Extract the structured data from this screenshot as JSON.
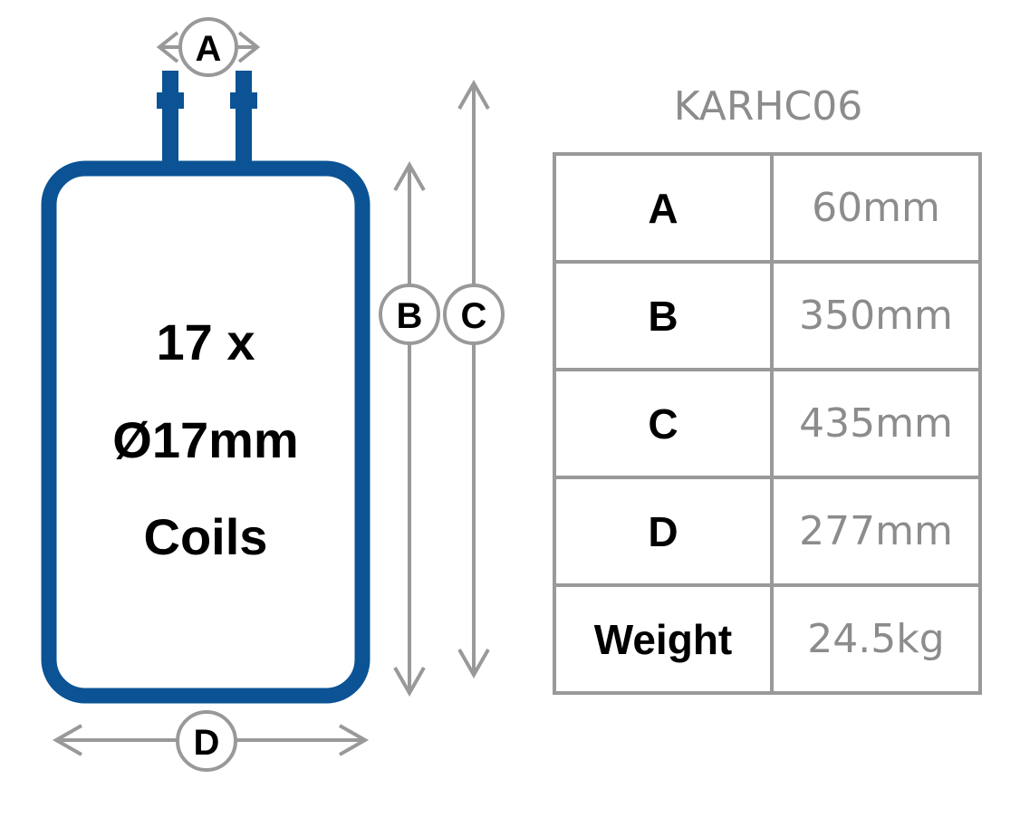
{
  "diagram": {
    "tank_text": {
      "line1": "17 x",
      "line2": "Ø17mm",
      "line3": "Coils"
    },
    "dimension_markers": {
      "a": "A",
      "b": "B",
      "c": "C",
      "d": "D"
    },
    "colors": {
      "tank_outline": "#0b5394",
      "dimension_lines": "#999999",
      "value_text": "#8c8c8c"
    }
  },
  "spec_table": {
    "title": "KARHC06",
    "rows": [
      {
        "key": "A",
        "value": "60mm"
      },
      {
        "key": "B",
        "value": "350mm"
      },
      {
        "key": "C",
        "value": "435mm"
      },
      {
        "key": "D",
        "value": "277mm"
      },
      {
        "key": "Weight",
        "value": "24.5kg"
      }
    ]
  }
}
